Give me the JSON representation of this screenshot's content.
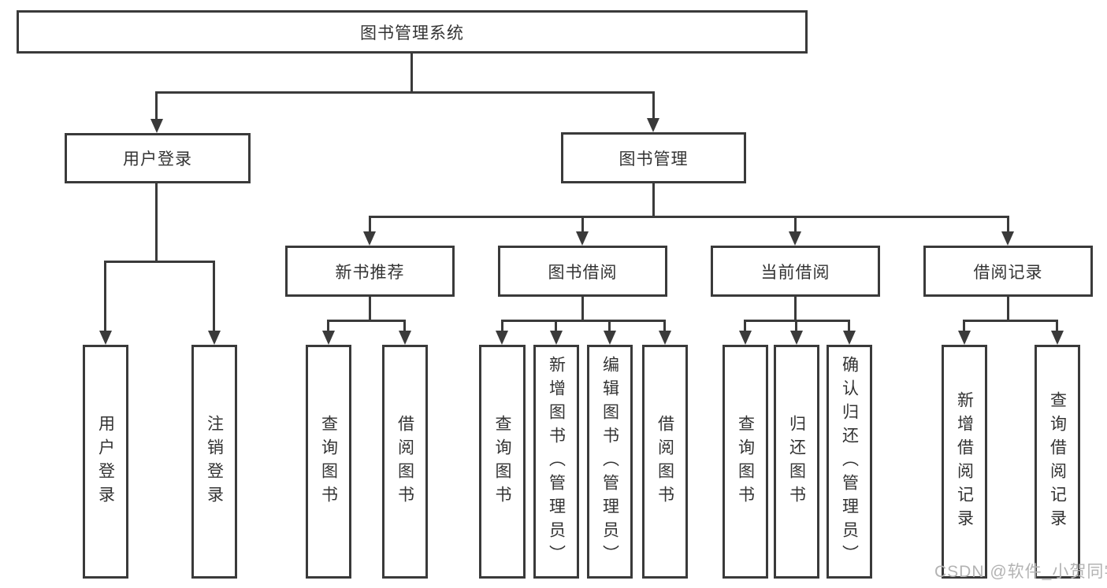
{
  "diagram": {
    "root": {
      "label": "图书管理系统"
    },
    "level2": [
      {
        "label": "用户登录"
      },
      {
        "label": "图书管理"
      }
    ],
    "level3": [
      {
        "label": "新书推荐"
      },
      {
        "label": "图书借阅"
      },
      {
        "label": "当前借阅"
      },
      {
        "label": "借阅记录"
      }
    ],
    "groups": {
      "user_login": [
        "用户登录",
        "注销登录"
      ],
      "new_book": [
        "查询图书",
        "借阅图书"
      ],
      "book_borrow": [
        "查询图书",
        "新增图书（管理员）",
        "编辑图书（管理员）",
        "借阅图书"
      ],
      "current_borrow": [
        "查询图书",
        "归还图书",
        "确认归还（管理员）"
      ],
      "borrow_record": [
        "新增借阅记录",
        "查询借阅记录"
      ]
    }
  },
  "watermark": {
    "text": "CSDN @软件_小贺同学"
  },
  "colors": {
    "line": "#3a3a3a",
    "text": "#333333",
    "background": "#ffffff",
    "watermark": "#b3b3b3"
  }
}
